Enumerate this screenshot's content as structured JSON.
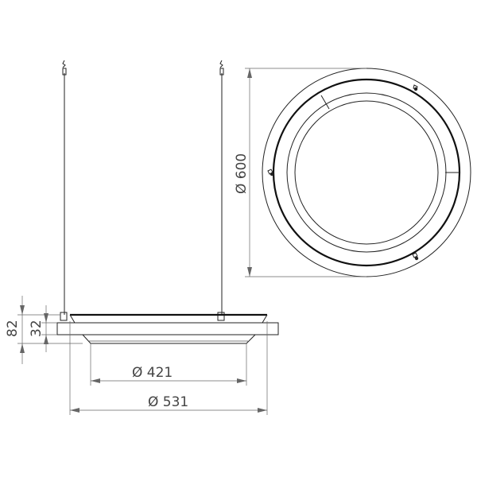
{
  "dimensions": {
    "outer_diameter": "Ø 600",
    "ring_diameter": "Ø 531",
    "diffuser_diameter": "Ø 421",
    "total_height": "82",
    "ring_height": "32"
  },
  "colors": {
    "line": "#222222",
    "dimension": "#666666",
    "background": "#ffffff"
  }
}
